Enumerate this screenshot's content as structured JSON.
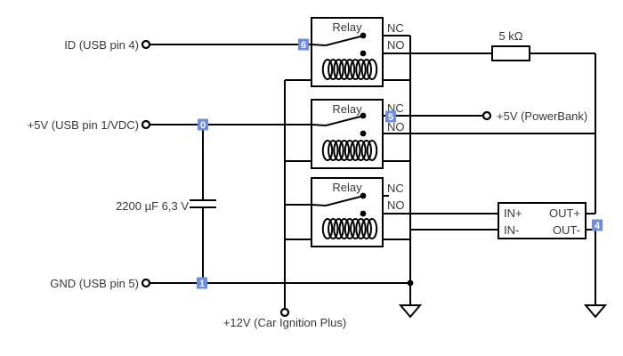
{
  "diagram": {
    "title_hint": "Relay power switch schematic",
    "terminals": {
      "id_usb": "ID (USB pin 4)",
      "v5_usb": "+5V (USB pin 1/VDC)",
      "gnd_usb": "GND (USB pin 5)",
      "v12_car": "+12V (Car Ignition Plus)",
      "v5_powerbank": "+5V (PowerBank)"
    },
    "components": {
      "relay_label": "Relay",
      "contact_nc": "NC",
      "contact_no": "NO",
      "capacitor_value": "2200 µF 6,3 V",
      "resistor_value": "5 kΩ",
      "converter": {
        "in_plus": "IN+",
        "in_minus": "IN-",
        "out_plus": "OUT+",
        "out_minus": "OUT-"
      }
    },
    "markers": {
      "m6": "6",
      "m0": "0",
      "m5": "5",
      "m1": "1",
      "m4": "4"
    },
    "colors": {
      "wire": "#000000",
      "marker_fill": "#6d8ce0",
      "marker_text": "#ffffff",
      "label_text": "#383838",
      "background": "#ffffff"
    }
  }
}
